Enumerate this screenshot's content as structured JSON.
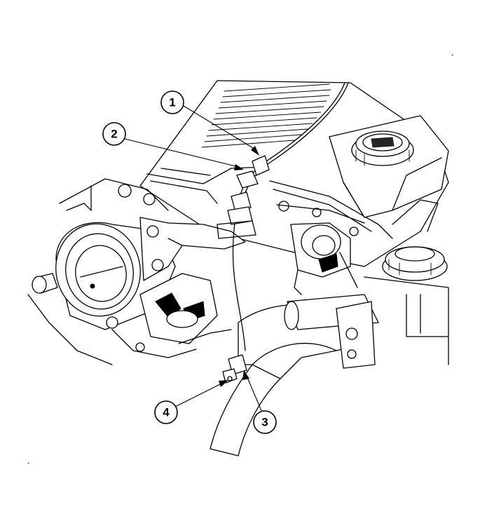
{
  "callouts": [
    {
      "id": "1",
      "label": "1"
    },
    {
      "id": "2",
      "label": "2"
    },
    {
      "id": "3",
      "label": "3"
    },
    {
      "id": "4",
      "label": "4"
    }
  ],
  "colors": {
    "ink": "#000000",
    "paper": "#ffffff"
  }
}
